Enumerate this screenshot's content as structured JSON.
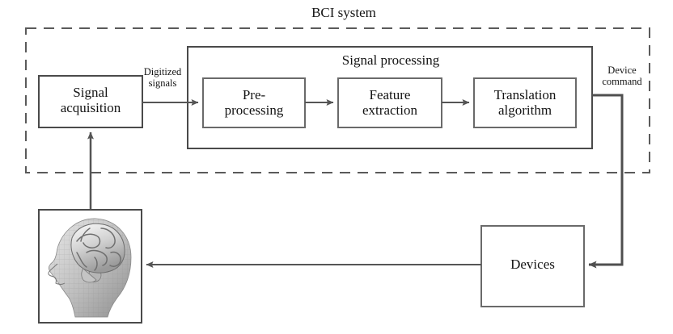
{
  "diagram": {
    "title": "BCI system",
    "outer_boundary_style": "dashed",
    "groups": [
      {
        "id": "signal-processing",
        "label": "Signal processing"
      }
    ],
    "nodes": [
      {
        "id": "signal-acquisition",
        "label": "Signal\nacquisition"
      },
      {
        "id": "pre-processing",
        "label": "Pre-\nprocessing"
      },
      {
        "id": "feature-extraction",
        "label": "Feature\nextraction"
      },
      {
        "id": "translation-algorithm",
        "label": "Translation\nalgorithm"
      },
      {
        "id": "devices",
        "label": "Devices"
      },
      {
        "id": "head-brain",
        "label": "head-brain-image"
      }
    ],
    "edge_labels": [
      {
        "id": "digitized-signals",
        "label": "Digitized\nsignals"
      },
      {
        "id": "device-command",
        "label": "Device\ncommand"
      }
    ],
    "colors": {
      "stroke": "#4a4a4a",
      "arrow": "#555555",
      "dashed": "#5a5a5a",
      "text": "#141414",
      "background": "#ffffff"
    }
  }
}
